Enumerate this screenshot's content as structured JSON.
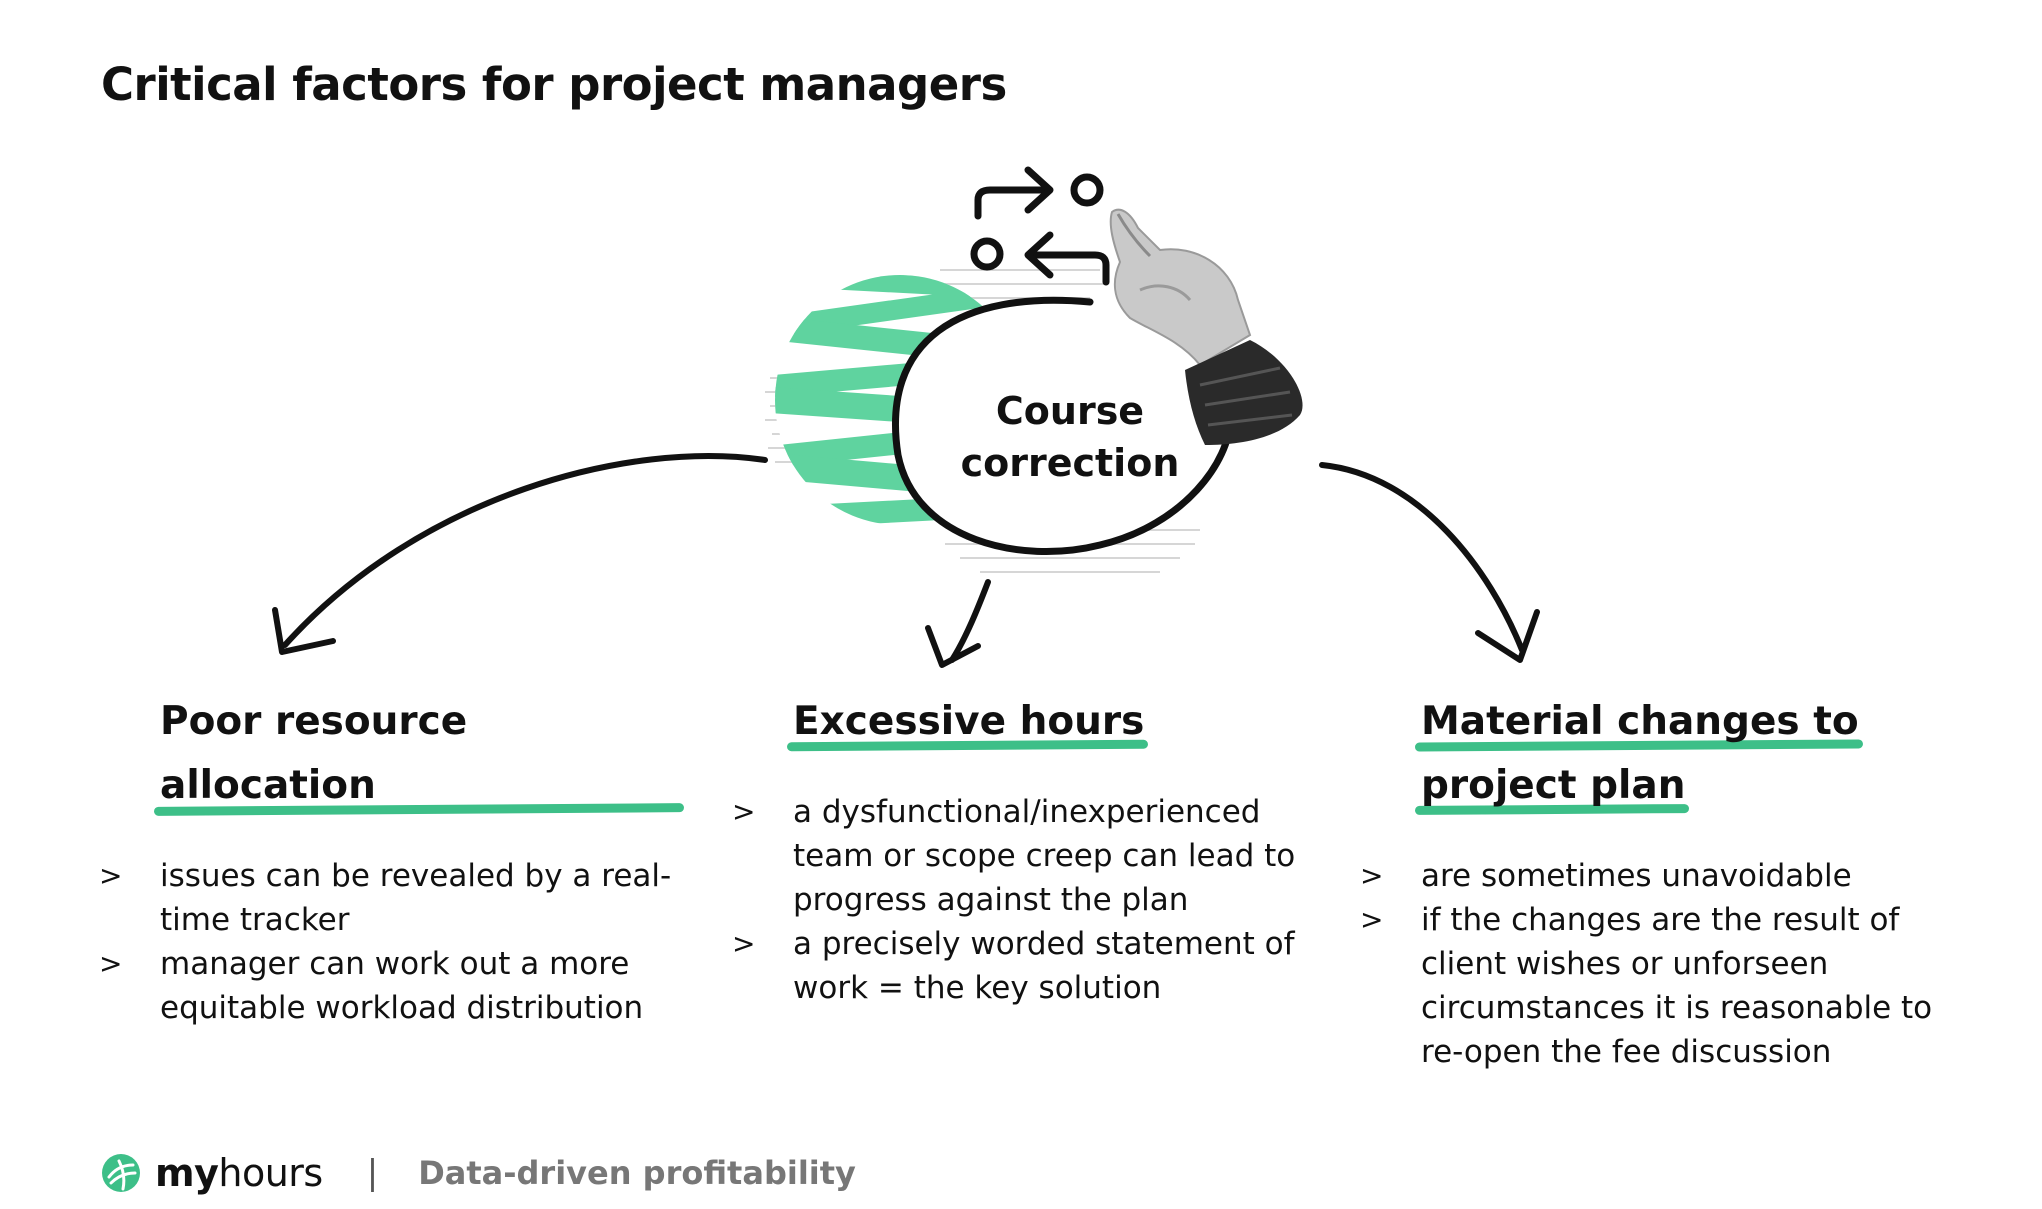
{
  "title": "Critical factors for project managers",
  "center": {
    "line1": "Course",
    "line2": "correction"
  },
  "factors": [
    {
      "title_lines": [
        "Poor resource allocation"
      ],
      "bullets": [
        "issues can be revealed by a real-time tracker",
        "manager can work out a more equitable workload distribution"
      ]
    },
    {
      "title_lines": [
        "Excessive hours"
      ],
      "bullets": [
        "a dysfunctional/inexperienced team or scope creep can lead to progress against the plan",
        " a precisely worded statement of work = the key solution"
      ]
    },
    {
      "title_lines": [
        "Material changes to",
        "project plan"
      ],
      "bullets": [
        "are sometimes unavoidable",
        "if the changes are the result of client wishes or unforseen circumstances it is reasonable to re-open the fee discussion"
      ]
    }
  ],
  "bullet_marker": ">",
  "footer": {
    "brand_bold": "my",
    "brand_light": "hours",
    "separator": "|",
    "tagline": "Data-driven profitability"
  },
  "colors": {
    "accent": "#3dbf88",
    "text": "#111111",
    "muted": "#777777"
  },
  "icons": [
    "route-icon",
    "pointing-hand-icon",
    "globe-icon",
    "logo-icon"
  ]
}
